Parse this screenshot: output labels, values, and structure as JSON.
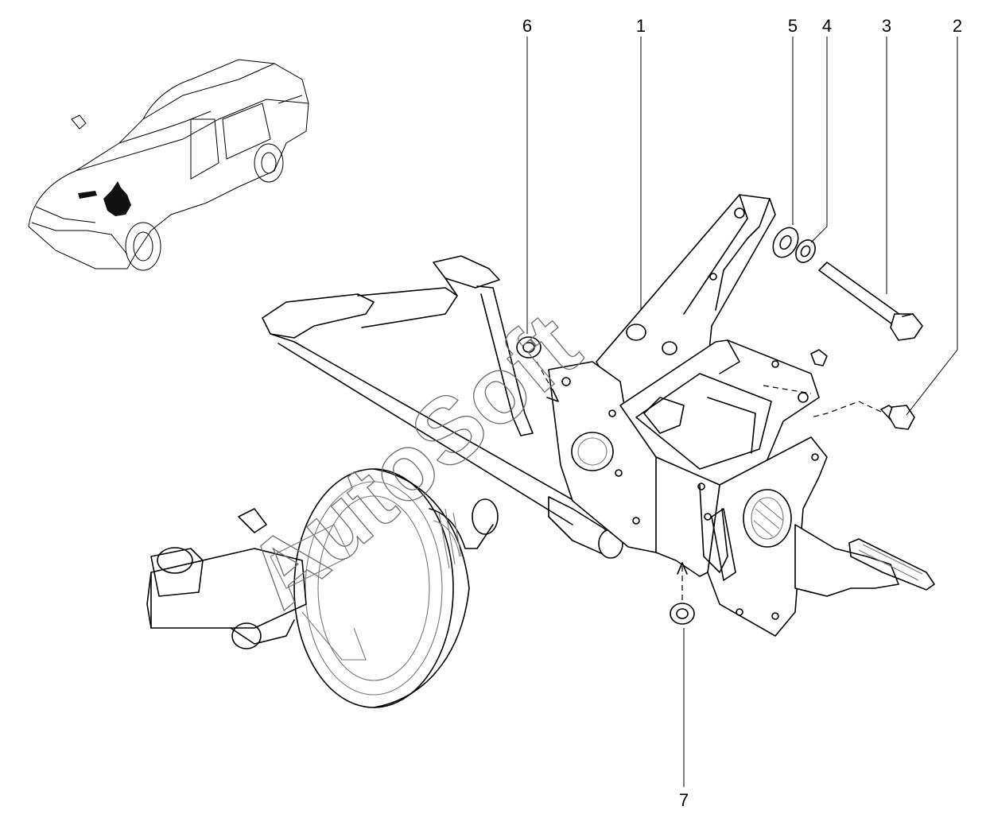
{
  "callouts": {
    "c1": "1",
    "c2": "2",
    "c3": "3",
    "c4": "4",
    "c5": "5",
    "c6": "6",
    "c7": "7"
  },
  "watermark": "AutoSoft",
  "icons": {
    "car": "car-thumbnail-icon",
    "pedal_assembly": "pedal-bracket",
    "brake_booster": "brake-booster"
  },
  "colors": {
    "line": "#000000",
    "watermark": "#6d6d6d",
    "background": "#ffffff"
  }
}
